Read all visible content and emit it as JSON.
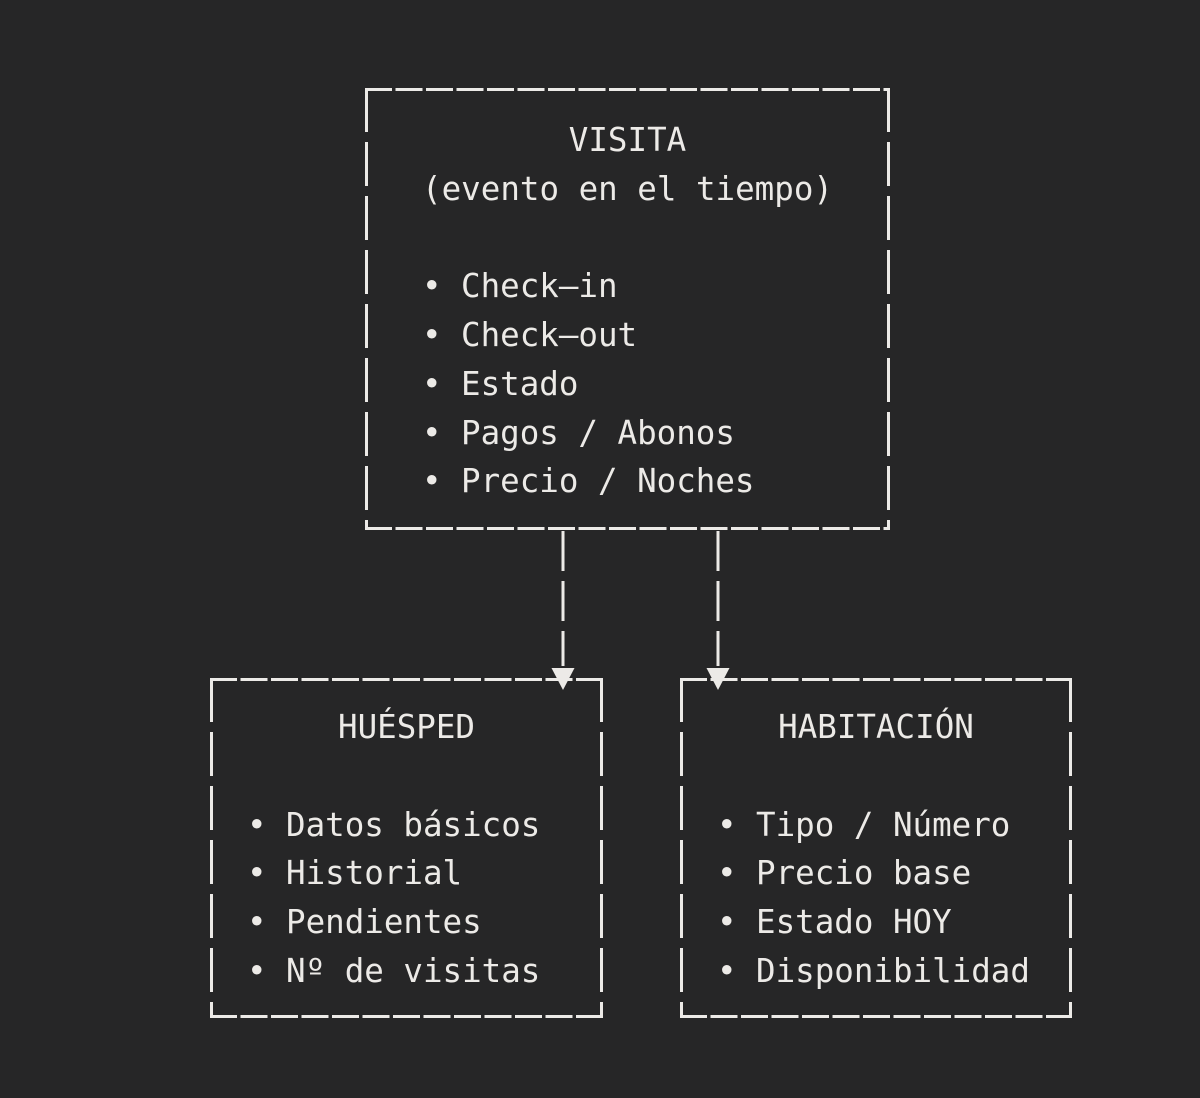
{
  "colors": {
    "background": "#262627",
    "foreground": "#eceae7"
  },
  "ui": {
    "bullet": "•"
  },
  "boxes": {
    "visita": {
      "title": "VISITA",
      "subtitle": "(evento en el tiempo)",
      "items": [
        "Check—in",
        "Check—out",
        "Estado",
        "Pagos / Abonos",
        "Precio / Noches"
      ]
    },
    "huesped": {
      "title": "HUÉSPED",
      "items": [
        "Datos básicos",
        "Historial",
        "Pendientes",
        "Nº de visitas"
      ]
    },
    "habitacion": {
      "title": "HABITACIÓN",
      "items": [
        "Tipo / Número",
        "Precio base",
        "Estado HOY",
        "Disponibilidad"
      ]
    }
  }
}
